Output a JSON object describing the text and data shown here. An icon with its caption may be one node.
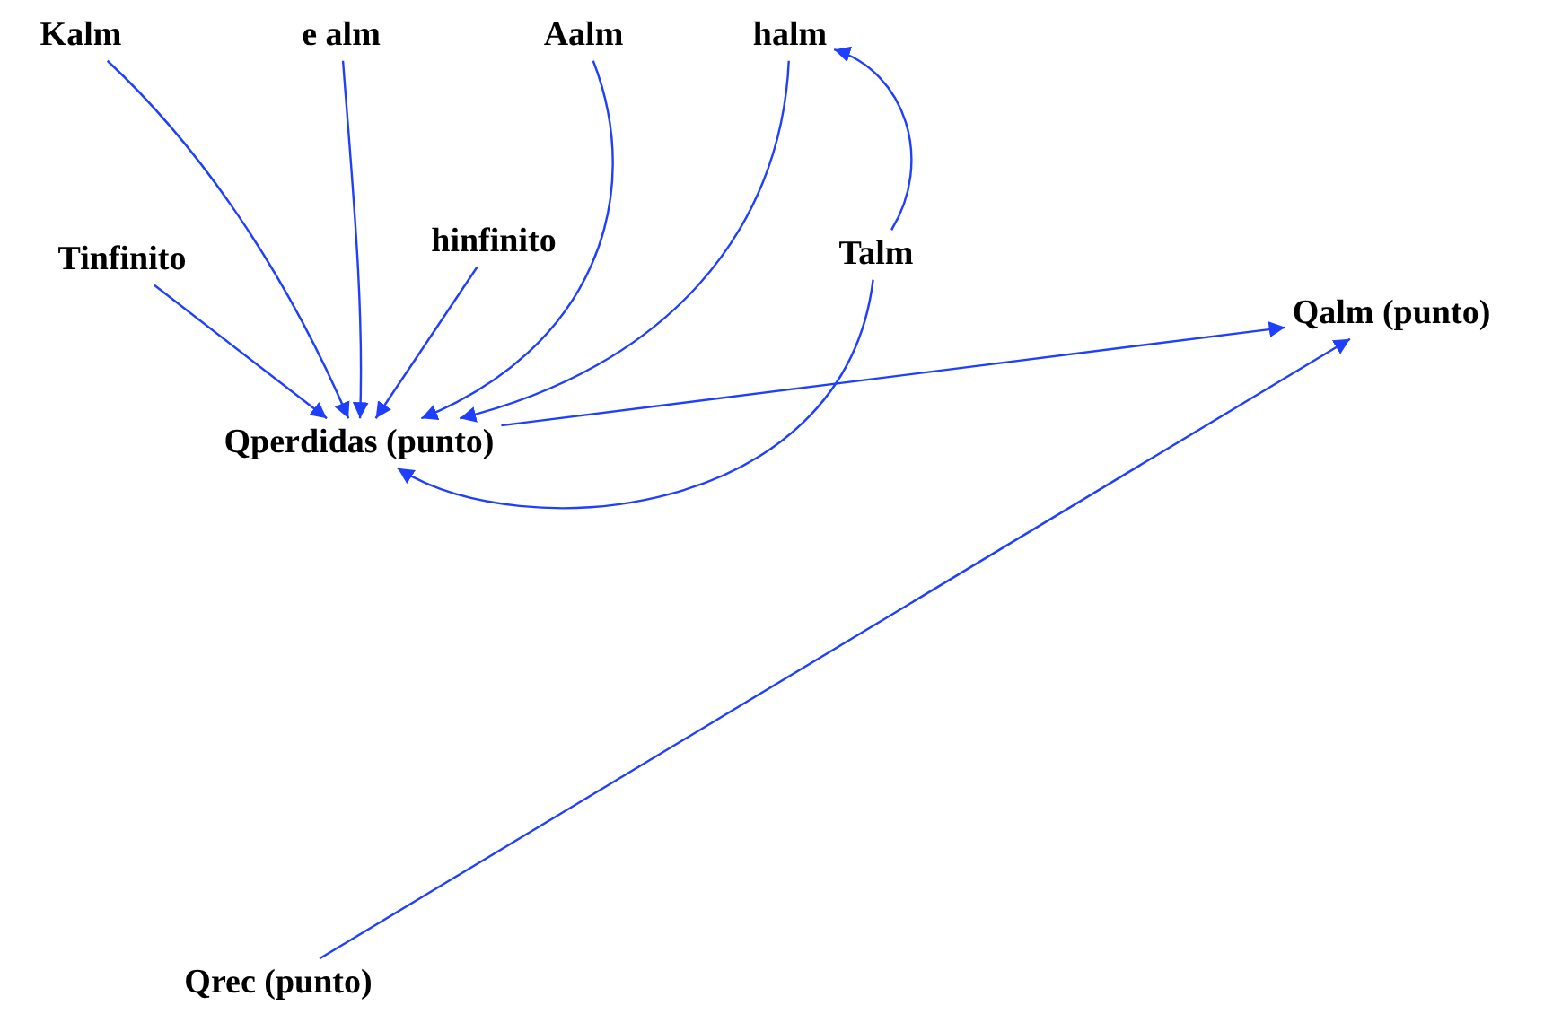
{
  "diagram": {
    "nodes": [
      {
        "text": [
          "Kalm"
        ]
      },
      {
        "text": [
          "e alm"
        ]
      },
      {
        "text": [
          "Aalm"
        ]
      },
      {
        "text": [
          "halm"
        ]
      },
      {
        "text": [
          "Tinfinito"
        ]
      },
      {
        "text": [
          "hinfinito"
        ]
      },
      {
        "text": [
          "Talm"
        ]
      },
      {
        "text": [
          "Qperdidas (punto)"
        ]
      },
      {
        "text": [
          "Qalm (punto)"
        ]
      },
      {
        "text": [
          "Qrec (punto)"
        ]
      }
    ],
    "edges": [
      {
        "from": 0,
        "to": 7,
        "arrow": "to"
      },
      {
        "from": 1,
        "to": 7,
        "arrow": "to"
      },
      {
        "from": 2,
        "to": 7,
        "arrow": "to"
      },
      {
        "from": 3,
        "to": 7,
        "arrow": "to"
      },
      {
        "from": 4,
        "to": 7,
        "arrow": "to"
      },
      {
        "from": 5,
        "to": 7,
        "arrow": "to"
      },
      {
        "from": 6,
        "to": 7,
        "arrow": "to"
      },
      {
        "from": 6,
        "to": 3,
        "arrow": "to"
      },
      {
        "from": 7,
        "to": 8,
        "arrow": "to"
      },
      {
        "from": 9,
        "to": 8,
        "arrow": "to"
      }
    ]
  }
}
